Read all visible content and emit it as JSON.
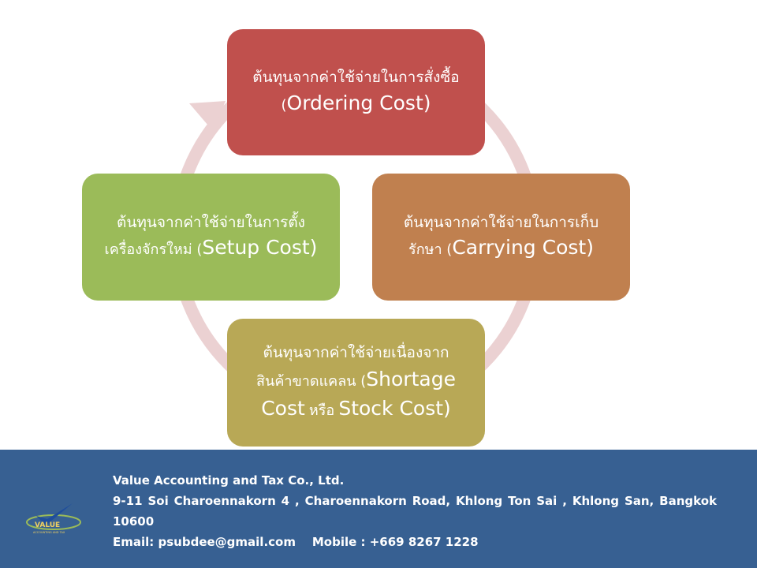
{
  "diagram": {
    "boxes": {
      "ordering": {
        "thai": "ต้นทุนจากค่าใช้จ่ายในการสั่งซื้อ",
        "paren": "(",
        "english": "Ordering Cost)",
        "color": "#c0504d"
      },
      "carrying": {
        "thai_line1": "ต้นทุนจากค่าใช้จ่ายในการเก็บ",
        "thai_line2": "รักษา (",
        "english": "Carrying Cost)",
        "color": "#c0804f"
      },
      "setup": {
        "thai_line1": "ต้นทุนจากค่าใช้จ่ายในการตั้ง",
        "thai_line2": "เครื่องจักรใหม่ (",
        "english": "Setup Cost)",
        "color": "#9bbb59"
      },
      "shortage": {
        "thai_line1": "ต้นทุนจากค่าใช้จ่ายเนื่องจาก",
        "thai_line2": "สินค้าขาดแคลน (",
        "english_part1": "Shortage",
        "english_part2": "Cost",
        "thai_or": "หรือ",
        "english_part3": "Stock Cost)",
        "color": "#b8a856"
      }
    },
    "ring_color": "#ebd1d2"
  },
  "footer": {
    "company": "Value Accounting and Tax Co., Ltd.",
    "address_line1": "9-11 Soi Charoennakorn  4 , Charoennakorn  Road, Khlong Ton Sai , Khlong San, Bangkok",
    "address_line2": "10600",
    "contact": "Email: psubdee@gmail.com    Mobile : +669 8267 1228",
    "logo_text": "VALUE",
    "logo_subtext": "ACCOUNTING AND TAX",
    "background": "#376092"
  }
}
